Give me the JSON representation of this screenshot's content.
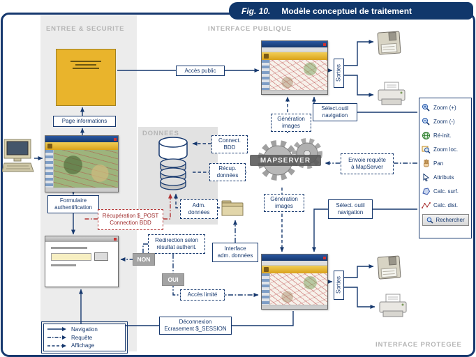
{
  "title": {
    "fig": "Fig. 10.",
    "text": "Modèle conceptuel de traitement"
  },
  "zones": {
    "entree": "ENTREE & SECURITE",
    "publique": "INTERFACE PUBLIQUE",
    "donnees": "DONNEES",
    "protegee": "INTERFACE PROTEGEE"
  },
  "labels": {
    "page_informations": "Page informations",
    "acces_public": "Accès public",
    "formulaire_auth": "Formulaire\nauthentification",
    "sorties_top": "Sorties",
    "sorties_bottom": "Sorties",
    "select_outil_top": "Sélect.outil\nnavigation",
    "select_outil_bottom": "Sélect. outil\nnavigation",
    "generation_images_top": "Génération\nimages",
    "generation_images_bottom": "Génération\nimages",
    "connect_bdd": "Connect.\nBDD",
    "recup_donnees": "Récup.\ndonnées",
    "mapserver": "MAPSERVER",
    "envoie_requete": "Envoie requête\nà MapServer",
    "adm_donnees": "Adm.\ndonnées",
    "recuperation_post": "Récupération $_POST\nConnection BDD",
    "redirection": "Redirection selon\nrésultat authent.",
    "interface_adm": "Interface\nadm. données",
    "non": "NON",
    "oui": "OUI",
    "acces_limite": "Accès limité",
    "deconnexion": "Déconnexion\nEcrasement $_SESSION"
  },
  "toolbar": {
    "items": [
      {
        "label": "Zoom (+)",
        "icon": "zoom-in-icon"
      },
      {
        "label": "Zoom (-)",
        "icon": "zoom-out-icon"
      },
      {
        "label": "Ré-init.",
        "icon": "reinit-icon"
      },
      {
        "label": "Zoom loc.",
        "icon": "zoom-loc-icon"
      },
      {
        "label": "Pan",
        "icon": "pan-hand-icon"
      },
      {
        "label": "Attributs",
        "icon": "attributes-cursor-icon"
      },
      {
        "label": "Calc. surf.",
        "icon": "calc-surface-icon"
      },
      {
        "label": "Calc. dist.",
        "icon": "calc-distance-icon"
      },
      {
        "label": "Rechercher",
        "icon": "search-icon"
      }
    ]
  },
  "legend": {
    "items": [
      {
        "label": "Navigation",
        "style": "solid"
      },
      {
        "label": "Requête",
        "style": "dashdot"
      },
      {
        "label": "Affichage",
        "style": "dashed"
      }
    ]
  },
  "colors": {
    "navy": "#16386e",
    "gold": "#e9b42c",
    "red": "#b23333",
    "zone_gray": "#ececec"
  }
}
